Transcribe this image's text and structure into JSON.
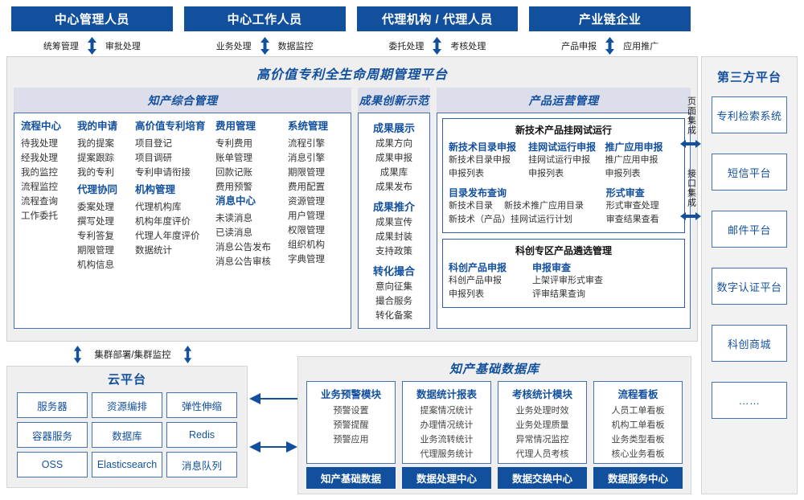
{
  "roles": [
    {
      "title": "中心管理人员",
      "left_action": "统筹管理",
      "right_action": "审批处理"
    },
    {
      "title": "中心工作人员",
      "left_action": "业务处理",
      "right_action": "数据监控"
    },
    {
      "title": "代理机构 / 代理人员",
      "left_action": "委托处理",
      "right_action": "考核处理"
    },
    {
      "title": "产业链企业",
      "left_action": "产品申报",
      "right_action": "应用推广"
    }
  ],
  "platform": {
    "title": "高价值专利全生命周期管理平台",
    "zhichan": {
      "head": "知产综合管理",
      "columns": [
        {
          "groups": [
            {
              "name": "流程中心",
              "items": [
                "待我处理",
                "经我处理",
                "我的监控",
                "流程监控",
                "流程查询",
                "工作委托"
              ]
            }
          ]
        },
        {
          "groups": [
            {
              "name": "我的申请",
              "items": [
                "我的提案",
                "提案跟踪",
                "我的专利"
              ]
            },
            {
              "name": "代理协同",
              "items": [
                "委案处理",
                "撰写处理",
                "专利答复",
                "期限管理",
                "机构信息"
              ]
            }
          ]
        },
        {
          "groups": [
            {
              "name": "高价值专利培育",
              "items": [
                "项目登记",
                "项目调研",
                "专利申请衔接"
              ]
            },
            {
              "name": "机构管理",
              "items": [
                "代理机构库",
                "机构年度评价",
                "代理人年度评价",
                "数据统计"
              ]
            }
          ]
        },
        {
          "groups": [
            {
              "name": "费用管理",
              "items": [
                "专利费用",
                "账单管理",
                "回款记账",
                "费用预警"
              ]
            },
            {
              "name": "消息中心",
              "items": [
                "未读消息",
                "已读消息",
                "消息公告发布",
                "消息公告审核"
              ]
            }
          ]
        },
        {
          "groups": [
            {
              "name": "系统管理",
              "items": [
                "流程引擎",
                "消息引擎",
                "期限管理",
                "费用配置",
                "资源管理",
                "用户管理",
                "权限管理",
                "组织机构",
                "字典管理"
              ]
            }
          ]
        }
      ]
    },
    "chengguo": {
      "head": "成果创新示范",
      "groups": [
        {
          "name": "成果展示",
          "items": [
            "成果方向",
            "成果申报",
            "成果库",
            "成果发布"
          ]
        },
        {
          "name": "成果推介",
          "items": [
            "成果宣传",
            "成果封装",
            "支持政策"
          ]
        },
        {
          "name": "转化撮合",
          "items": [
            "意向征集",
            "撮合服务",
            "转化备案"
          ]
        }
      ]
    },
    "chanpin": {
      "head": "产品运营管理",
      "box1": {
        "title": "新技术产品挂网试运行",
        "row1": [
          {
            "name": "新技术目录申报",
            "items": [
              "新技术目录申报",
              "申报列表"
            ]
          },
          {
            "name": "挂网试运行申报",
            "items": [
              "挂网试运行申报",
              "申报列表"
            ]
          },
          {
            "name": "推广应用申报",
            "items": [
              "推广应用申报",
              "申报列表"
            ]
          }
        ],
        "row2_left": {
          "name": "目录发布查询",
          "inline": [
            "新技术目录",
            "新技术推广应用目录"
          ],
          "items": [
            "新技术（产品）挂网试运行计划"
          ]
        },
        "row2_right": {
          "name": "形式审查",
          "items": [
            "形式审查处理",
            "审查结果查看"
          ]
        }
      },
      "box2": {
        "title": "科创专区产品遴选管理",
        "columns": [
          {
            "name": "科创产品申报",
            "items": [
              "科创产品申报",
              "申报列表"
            ]
          },
          {
            "name": "申报审查",
            "items": [
              "上架评审形式审查",
              "评审结果查询"
            ]
          }
        ]
      }
    }
  },
  "integration": {
    "page": "页面集成",
    "api": "接口集成"
  },
  "third_party": {
    "title": "第三方平台",
    "items": [
      "专利检索系统",
      "短信平台",
      "邮件平台",
      "数字认证平台",
      "科创商城",
      "……"
    ]
  },
  "cluster_label": "集群部署/集群监控",
  "cloud": {
    "title": "云平台",
    "cells": [
      "服务器",
      "资源编排",
      "弹性伸缩",
      "容器服务",
      "数据库",
      "Redis",
      "OSS",
      "Elasticsearch",
      "消息队列"
    ]
  },
  "database": {
    "title": "知产基础数据库",
    "columns": [
      {
        "head": "业务预警模块",
        "items": [
          "预警设置",
          "预警提醒",
          "预警应用"
        ],
        "footer": "知产基础数据"
      },
      {
        "head": "数据统计报表",
        "items": [
          "提案情况统计",
          "办理情况统计",
          "业务流转统计",
          "代理服务统计"
        ],
        "footer": "数据处理中心"
      },
      {
        "head": "考核统计模块",
        "items": [
          "业务处理时效",
          "业务处理质量",
          "异常情况监控",
          "代理人员考核"
        ],
        "footer": "数据交换中心"
      },
      {
        "head": "流程看板",
        "items": [
          "人员工单看板",
          "机构工单看板",
          "业务类型看板",
          "核心业务看板"
        ],
        "footer": "数据服务中心"
      }
    ]
  },
  "colors": {
    "primary": "#12509e",
    "border": "#4472b0",
    "panel_head": "#dcdeeb",
    "surface": "#efefef"
  }
}
